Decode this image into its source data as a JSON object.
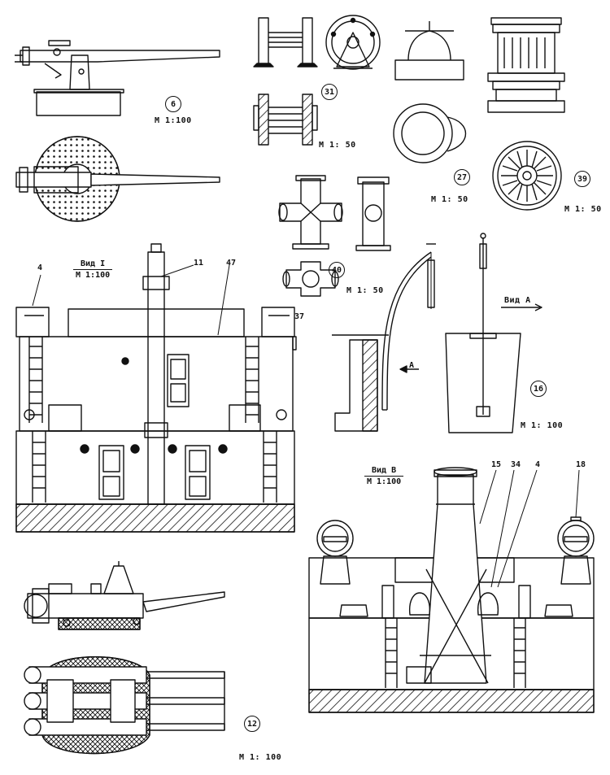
{
  "circled": {
    "c6": "6",
    "c31": "31",
    "c27": "27",
    "c39": "39",
    "c40": "40",
    "c16": "16",
    "c12": "12"
  },
  "scales": {
    "s6": "М 1:100",
    "s31": "М 1: 50",
    "s27": "М 1: 50",
    "s39": "М 1: 50",
    "s40": "М 1: 50",
    "s16": "М 1: 100",
    "s12": "М 1: 100"
  },
  "views": {
    "view1": {
      "title": "Вид I",
      "scale": "М 1:100"
    },
    "viewB": {
      "title": "Вид В",
      "scale": "М 1:100"
    },
    "viewA": "Вид А",
    "arrowA": "А"
  },
  "refs": {
    "r4a": "4",
    "r11": "11",
    "r47": "47",
    "r37": "37",
    "r15": "15",
    "r34": "34",
    "r4b": "4",
    "r18": "18"
  }
}
